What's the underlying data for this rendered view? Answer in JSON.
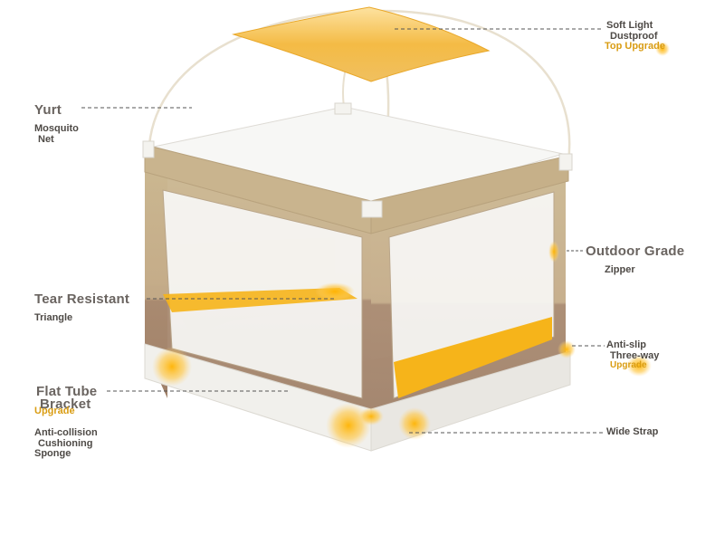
{
  "labels": {
    "top": {
      "line1": "Soft Light",
      "line2": "Dustproof",
      "upgrade": "Top Upgrade"
    },
    "yurt": {
      "title": "Yurt",
      "line1": "Mosquito",
      "line2": "Net"
    },
    "outdoor": {
      "title": "Outdoor Grade",
      "line1": "Zipper"
    },
    "tear": {
      "title": "Tear Resistant",
      "line1": "Triangle"
    },
    "antislip": {
      "line1": "Anti-slip",
      "line2": "Three-way",
      "upgrade": "Upgrade"
    },
    "flat": {
      "title1": "Flat Tube",
      "title2": "Bracket",
      "upgrade": "Upgrade"
    },
    "sponge": {
      "line1": "Anti-collision",
      "line2": "Cushioning",
      "line3": "Sponge"
    },
    "strap": {
      "line1": "Wide Strap"
    }
  },
  "colors": {
    "canopy": "#f2b233",
    "frame_tan": "#c8b38e",
    "frame_brown": "#a98a6f",
    "net_white": "#f6f6f4",
    "base_white": "#f0efeb",
    "accent_yellow": "#f5b10c",
    "text_dark": "#5f5a55",
    "upgrade_gold": "#d99c12"
  }
}
